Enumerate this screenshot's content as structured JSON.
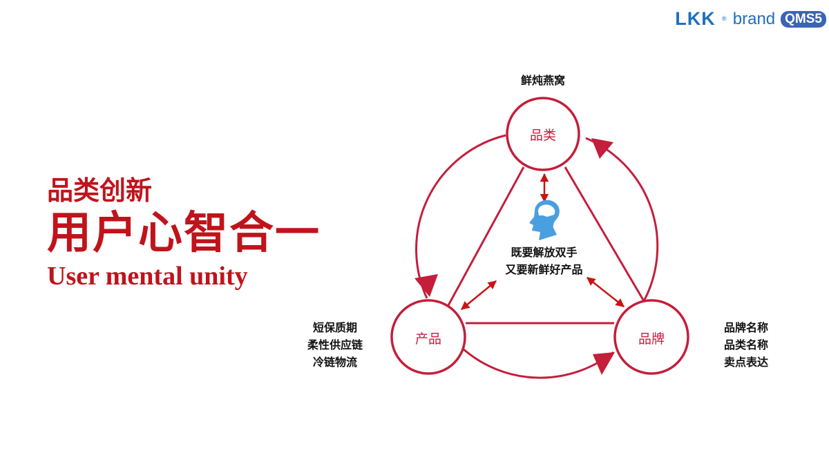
{
  "logo": {
    "lkk": "LKK",
    "brand": "brand",
    "reg": "®",
    "qms": "QMS5"
  },
  "title": {
    "line1": "品类创新",
    "line2": "用户心智合一",
    "line3": "User mental unity"
  },
  "diagram": {
    "colors": {
      "circle": "#c41e3a",
      "inner_arrow": "#c81414",
      "head": "#4a9fe0",
      "title": "#c0131b"
    },
    "nodes": {
      "category": {
        "label": "品类",
        "caption": "鲜炖燕窝"
      },
      "product": {
        "label": "产品",
        "caption_lines": [
          "短保质期",
          "柔性供应链",
          "冷链物流"
        ]
      },
      "brand": {
        "label": "品牌",
        "caption_lines": [
          "品牌名称",
          "品类名称",
          "卖点表达"
        ]
      }
    },
    "center": {
      "icon": "brain-head-icon",
      "lines": [
        "既要解放双手",
        "又要新鲜好产品"
      ]
    }
  }
}
